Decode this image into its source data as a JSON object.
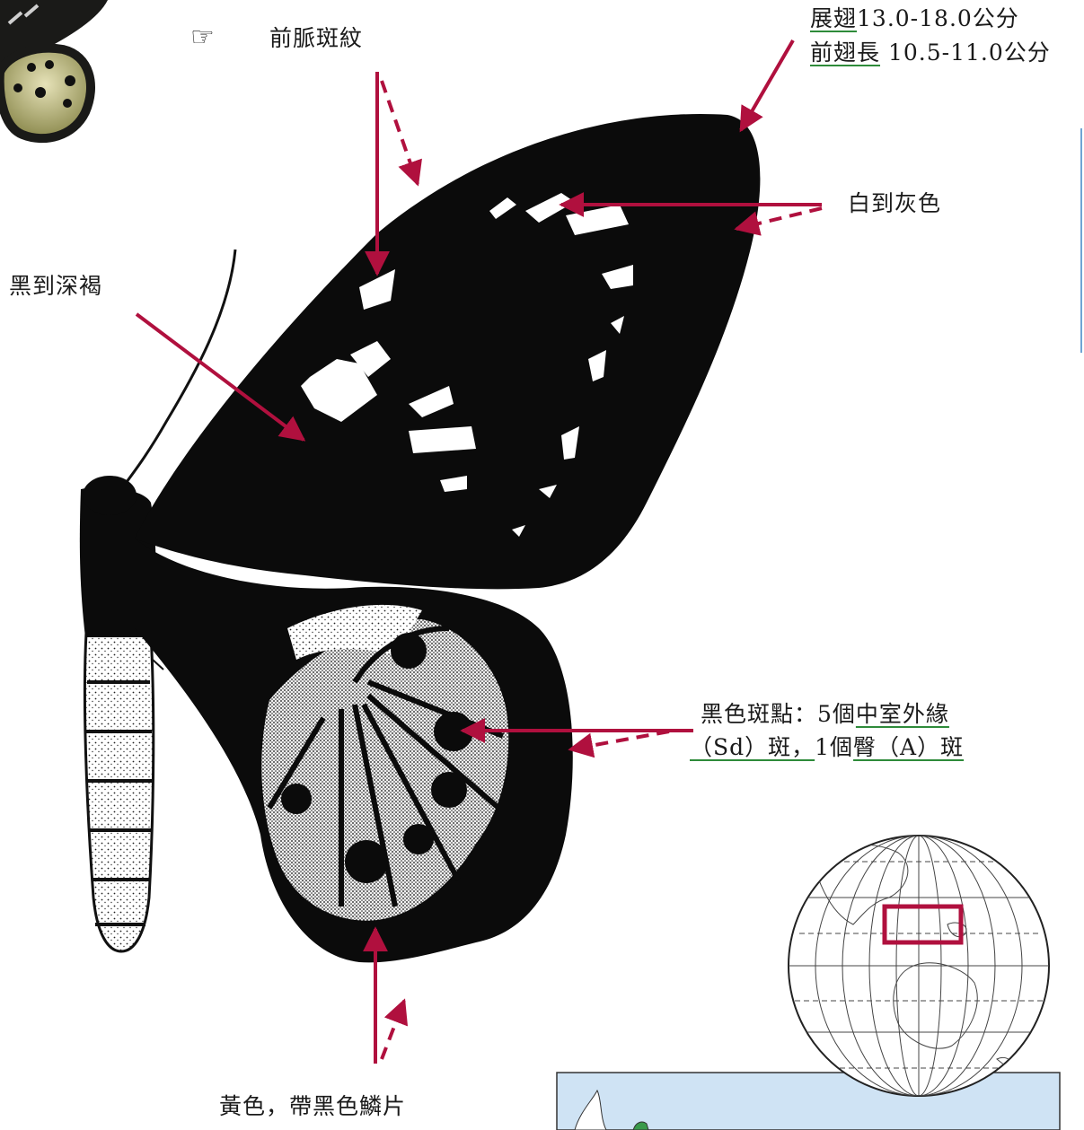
{
  "labels": {
    "costal_stripe": "前脈斑紋",
    "wingspan_term": "展翅",
    "wingspan_value": "13.0-18.0公分",
    "forewing_term": "前翅長",
    "forewing_value": " 10.5-11.0公分",
    "white_grey": "白到灰色",
    "black_brown": "黑到深褐",
    "spots_intro": "黑色斑點：5個",
    "spots_discal": "中室外緣",
    "spots_sd": "（Sd）斑，",
    "spots_count_a": "1個",
    "spots_anal": "臀（A）斑",
    "yellow_scales": "黃色，帶黑色鱗片"
  },
  "icons": {
    "pointing_hand": "☞"
  },
  "colors": {
    "arrow": "#b0103e",
    "underline": "#2e8b3a",
    "wing": "#0b0b0b",
    "map_sea": "#cfe3f4",
    "map_land": "#ffffff",
    "map_highlight": "#b0103e"
  }
}
